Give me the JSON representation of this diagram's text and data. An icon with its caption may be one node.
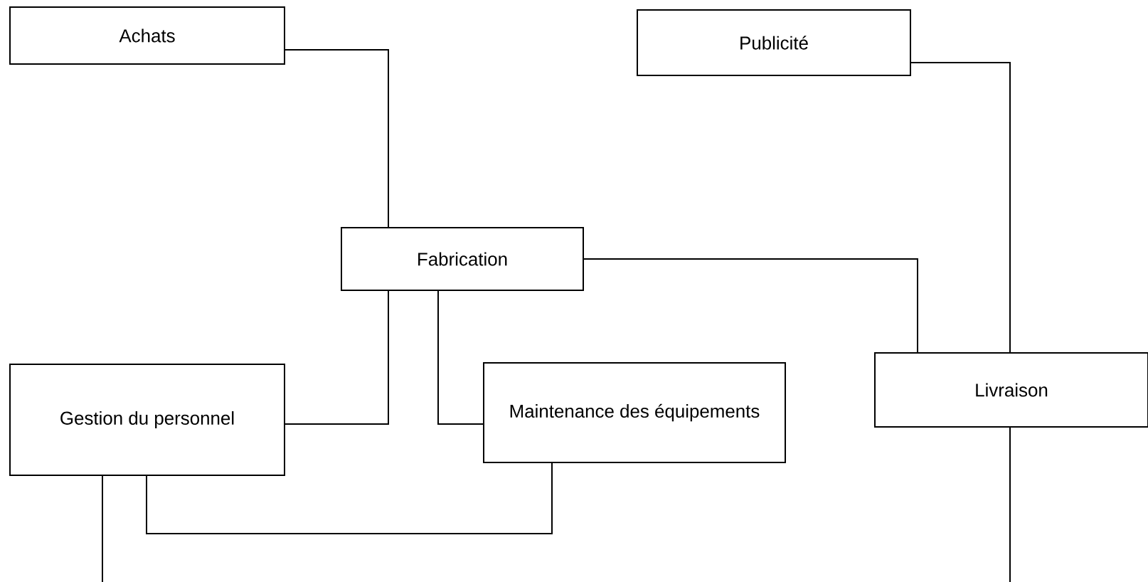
{
  "diagram": {
    "nodes": [
      {
        "text": [
          "Achats"
        ]
      },
      {
        "text": [
          "Publicité"
        ]
      },
      {
        "text": [
          "Fabrication"
        ]
      },
      {
        "text": [
          "Gestion du personnel"
        ]
      },
      {
        "text": [
          "Maintenance des équipements"
        ]
      },
      {
        "text": [
          "Livraison"
        ]
      }
    ],
    "edges": [
      {
        "from": 0,
        "to": 2,
        "arrow": "none"
      },
      {
        "from": 1,
        "to": 5,
        "arrow": "none"
      },
      {
        "from": 2,
        "to": 5,
        "arrow": "none"
      },
      {
        "from": 2,
        "to": 3,
        "arrow": "none"
      },
      {
        "from": 2,
        "to": 4,
        "arrow": "none"
      },
      {
        "from": 3,
        "to": 4,
        "arrow": "none"
      },
      {
        "from": 3,
        "to": null,
        "arrow": "none"
      },
      {
        "from": 5,
        "to": null,
        "arrow": "none"
      }
    ]
  }
}
